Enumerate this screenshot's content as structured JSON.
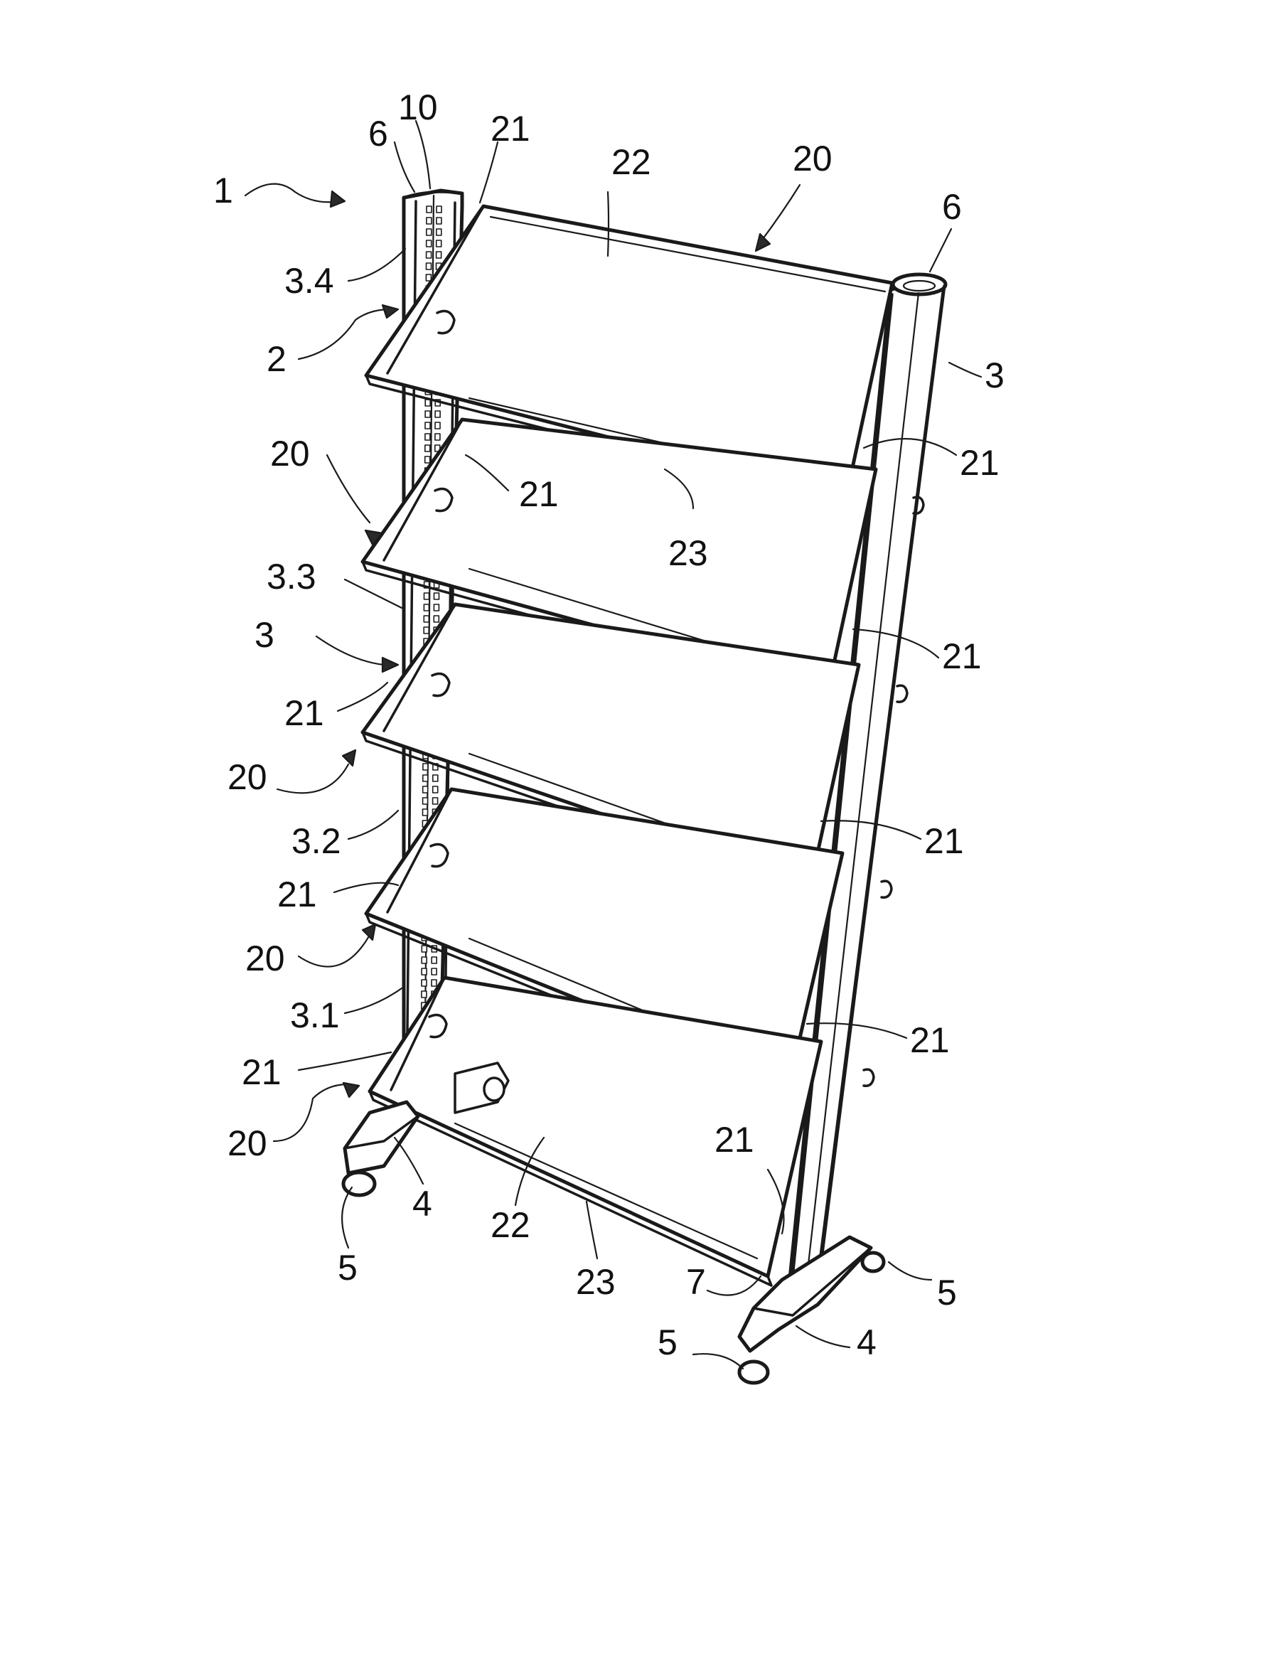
{
  "figure": {
    "labels": {
      "l1": "1",
      "l2": "2",
      "l3_right": "3",
      "l3_left": "3",
      "l3_1": "3.1",
      "l3_2": "3.2",
      "l3_3": "3.3",
      "l3_4": "3.4",
      "l4_left": "4",
      "l4_right": "4",
      "l5_left": "5",
      "l5_right": "5",
      "l5_front": "5",
      "l6_left": "6",
      "l6_right": "6",
      "l7": "7",
      "l10": "10",
      "l20_top": "20",
      "l20_a": "20",
      "l20_b": "20",
      "l20_c": "20",
      "l20_d": "20",
      "l21_top": "21",
      "l21_a": "21",
      "l21_b": "21",
      "l21_c": "21",
      "l21_d": "21",
      "l21_e": "21",
      "l21_f": "21",
      "l21_g": "21",
      "l21_h": "21",
      "l21_i": "21",
      "l22_top": "22",
      "l22_bottom": "22",
      "l23_top": "23",
      "l23_bottom": "23"
    }
  }
}
